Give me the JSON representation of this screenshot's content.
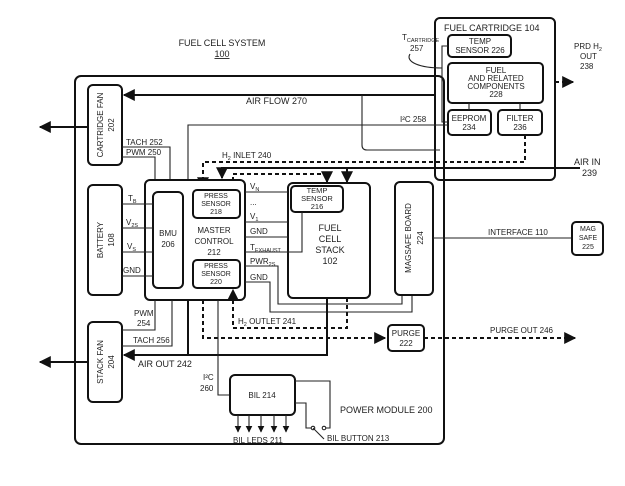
{
  "diagram": {
    "title": "FUEL CELL SYSTEM",
    "title_ref": "100",
    "fuel_cartridge": {
      "label": "FUEL CARTRIDGE 104",
      "temp_sensor": [
        "TEMP",
        "SENSOR 226"
      ],
      "fuel_components": [
        "FUEL",
        "AND RELATED",
        "COMPONENTS",
        "228"
      ],
      "eeprom": [
        "EEPROM",
        "234"
      ],
      "filter": [
        "FILTER",
        "236"
      ]
    },
    "t_cartridge": {
      "main": "T",
      "sub": "CARTRIDGE",
      "ref": "257"
    },
    "prd_out": {
      "line1_main": "PRD H",
      "line1_sub": "2",
      "line2": "OUT",
      "line3": "238"
    },
    "cartridge_fan": [
      "CARTRIDGE FAN",
      "202"
    ],
    "stack_fan": [
      "STACK FAN",
      "204"
    ],
    "battery": [
      "BATTERY",
      "108"
    ],
    "bmu": [
      "BMU",
      "206"
    ],
    "master_control": [
      "MASTER",
      "CONTROL",
      "212"
    ],
    "press_sensor_218": [
      "PRESS",
      "SENSOR",
      "218"
    ],
    "press_sensor_220": [
      "PRESS",
      "SENSOR",
      "220"
    ],
    "temp_sensor_216": [
      "TEMP",
      "SENSOR",
      "216"
    ],
    "fuel_cell_stack": [
      "FUEL",
      "CELL",
      "STACK",
      "102"
    ],
    "magsafe_board": [
      "MAGSAFE BOARD",
      "224"
    ],
    "mag_safe": [
      "MAG",
      "SAFE",
      "225"
    ],
    "purge": [
      "PURGE",
      "222"
    ],
    "bil": "BIL 214",
    "power_module": "POWER MODULE 200",
    "signals": {
      "air_flow": "AIR FLOW 270",
      "i2c_258": "I²C 258",
      "tach_252": "TACH 252",
      "pwm_250": "PWM 250",
      "h2_inlet": {
        "main": "H",
        "sub": "2",
        "rest": " INLET 240"
      },
      "h2_outlet": {
        "main": "H",
        "sub": "2",
        "rest": " OUTLET 241"
      },
      "air_in": [
        "AIR IN",
        "239"
      ],
      "interface": "INTERFACE 110",
      "purge_out": "PURGE OUT 246",
      "air_out": "AIR OUT 242",
      "pwm_254": [
        "PWM",
        "254"
      ],
      "tach_256": "TACH 256",
      "i2c_260": [
        "I²C",
        "260"
      ],
      "bil_leds": "BIL LEDS 211",
      "bil_button": "BIL BUTTON 213",
      "battery_pins": [
        {
          "main": "T",
          "sub": "B"
        },
        {
          "main": "V",
          "sub": "2S"
        },
        {
          "main": "V",
          "sub": "S"
        },
        {
          "main": "GND",
          "sub": ""
        }
      ],
      "stack_pins": [
        {
          "main": "V",
          "sub": "N"
        },
        {
          "main": "...",
          "sub": ""
        },
        {
          "main": "V",
          "sub": "1"
        },
        {
          "main": "GND",
          "sub": ""
        },
        {
          "main": "T",
          "sub": "EXHAUST"
        },
        {
          "main": "PWR",
          "sub": "2S"
        },
        {
          "main": "GND",
          "sub": ""
        }
      ]
    }
  }
}
